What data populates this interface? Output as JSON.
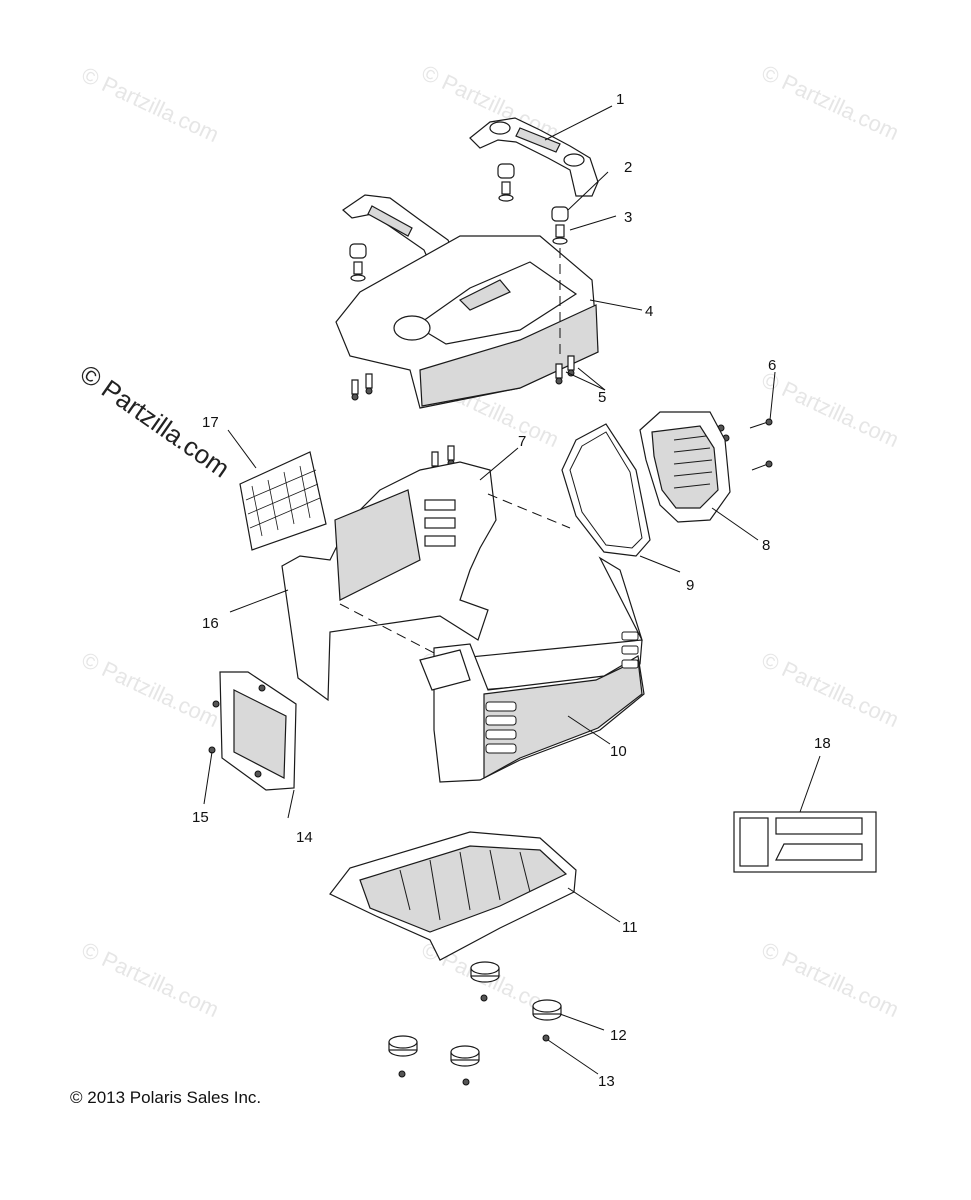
{
  "copyright": "© 2013 Polaris Sales Inc.",
  "watermark_large": "© Partzilla.com",
  "watermark_small": "© Partzilla.com",
  "callouts": [
    "1",
    "2",
    "3",
    "4",
    "5",
    "6",
    "7",
    "8",
    "9",
    "10",
    "11",
    "12",
    "13",
    "14",
    "15",
    "16",
    "17",
    "18"
  ]
}
